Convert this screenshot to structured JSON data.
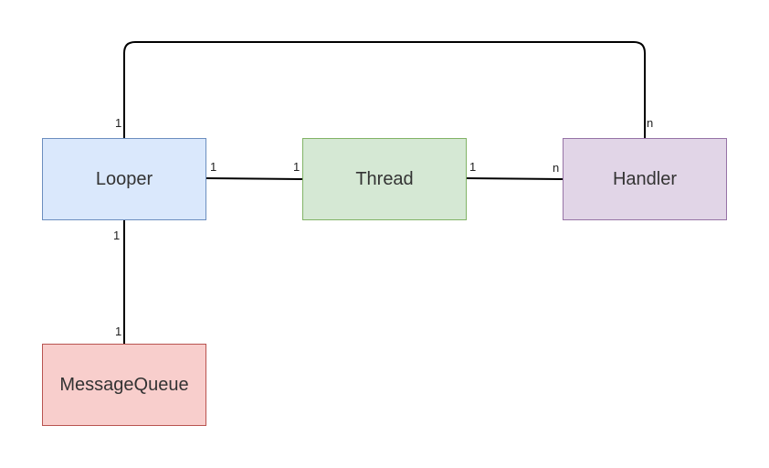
{
  "nodes": {
    "looper": "Looper",
    "thread": "Thread",
    "handler": "Handler",
    "message_queue": "MessageQueue"
  },
  "edges": {
    "looper_thread": {
      "source_mult": "1",
      "target_mult": "1"
    },
    "thread_handler": {
      "source_mult": "1",
      "target_mult": "n"
    },
    "looper_handler": {
      "source_mult": "1",
      "target_mult": "n"
    },
    "looper_messagequeue": {
      "source_mult": "1",
      "target_mult": "1"
    }
  },
  "colors": {
    "looper_fill": "#dae8fc",
    "looper_stroke": "#6c8ebf",
    "thread_fill": "#d5e8d4",
    "thread_stroke": "#82b366",
    "handler_fill": "#e1d5e7",
    "handler_stroke": "#9673a6",
    "messagequeue_fill": "#f8cecc",
    "messagequeue_stroke": "#b85450",
    "edge": "#000000"
  }
}
